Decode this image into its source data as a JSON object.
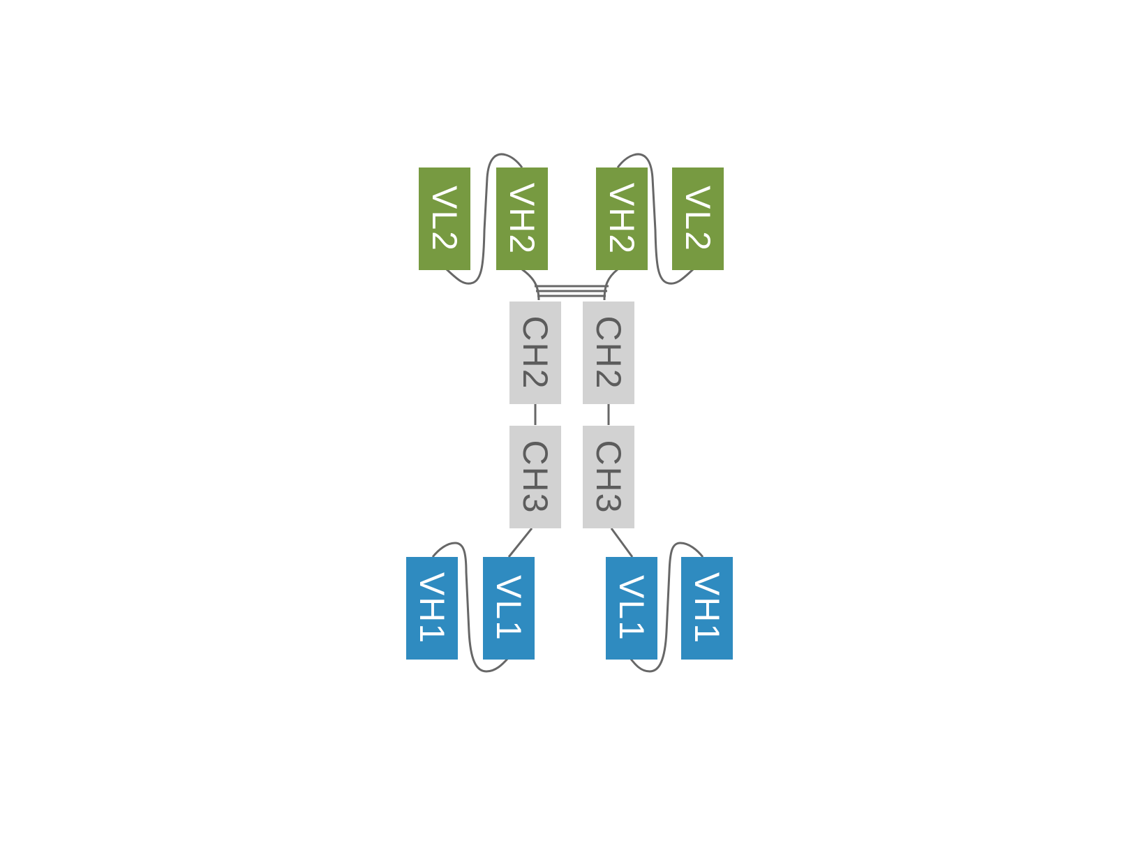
{
  "colors": {
    "background": "#ffffff",
    "green_domain": "#779a41",
    "blue_domain": "#2f8bc0",
    "grey_domain": "#d2d2d2",
    "light_text": "#ffffff",
    "dark_text": "#5c5c5c",
    "linker": "#676767"
  },
  "domains": {
    "top_left_vl": "VL2",
    "top_left_vh": "VH2",
    "top_right_vh": "VH2",
    "top_right_vl": "VL2",
    "left_ch2": "CH2",
    "right_ch2": "CH2",
    "left_ch3": "CH3",
    "right_ch3": "CH3",
    "bottom_left_vh": "VH1",
    "bottom_left_vl": "VL1",
    "bottom_right_vl": "VL1",
    "bottom_right_vh": "VH1"
  }
}
